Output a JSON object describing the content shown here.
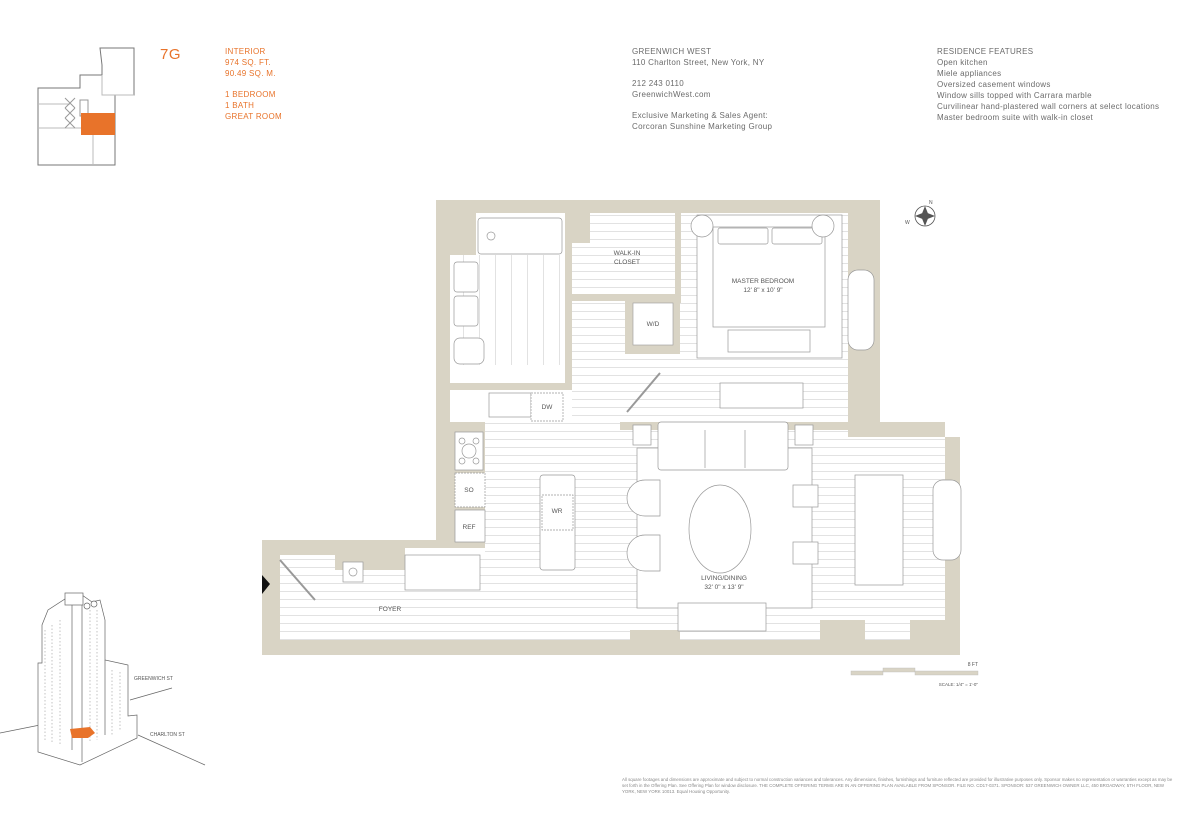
{
  "unit": {
    "name": "7G",
    "interior_label": "INTERIOR",
    "sq_ft": "974 SQ. FT.",
    "sq_m": "90.49 SQ. M.",
    "bedrooms": "1 BEDROOM",
    "baths": "1 BATH",
    "extra": "GREAT ROOM"
  },
  "building": {
    "name": "GREENWICH WEST",
    "address": "110 Charlton Street, New York, NY",
    "phone": "212 243 0110",
    "website": "GreenwichWest.com",
    "agent_label": "Exclusive Marketing & Sales Agent:",
    "agent_name": "Corcoran Sunshine Marketing Group"
  },
  "features": {
    "title": "RESIDENCE FEATURES",
    "items": [
      "Open kitchen",
      "Miele appliances",
      "Oversized casement windows",
      "Window sills topped with Carrara marble",
      "Curvilinear hand-plastered wall corners at select locations",
      "Master bedroom suite with walk-in closet"
    ]
  },
  "plan": {
    "rooms": {
      "walk_in_closet_1": "WALK-IN",
      "walk_in_closet_2": "CLOSET",
      "master_bedroom": "MASTER BEDROOM",
      "master_bedroom_dims": "12' 8\" x 10' 9\"",
      "washer_dryer": "W/D",
      "dishwasher": "DW",
      "oven": "SO",
      "refrigerator": "REF",
      "wine_refrigerator": "WR",
      "living_dining": "LIVING/DINING",
      "living_dining_dims": "32' 0\" x 13' 9\"",
      "foyer": "FOYER"
    },
    "compass": {
      "north": "N",
      "west": "W"
    },
    "scale_bar_label": "8 FT",
    "scale_text": "SCALE: 1/4\" = 1'-0\"",
    "wall_color": "#d9d4c5",
    "highlight_color": "#e8732a"
  },
  "building_diagram": {
    "street_1": "GREENWICH ST",
    "street_2": "CHARLTON ST"
  },
  "disclaimer": "All square footages and dimensions are approximate and subject to normal construction variances and tolerances. Any dimensions, finishes, furnishings and furniture reflected are provided for illustrative purposes only. Sponsor makes no representation or warranties except as may be set forth in the Offering Plan. See Offering Plan for window disclosure. THE COMPLETE OFFERING TERMS ARE IN AN OFFERING PLAN AVAILABLE FROM SPONSOR. FILE NO. CD17-0371. SPONSOR: 537 GREENWICH OWNER LLC, 450 BROADWAY, 5TH FLOOR, NEW YORK, NEW YORK 10013. Equal Housing Opportunity."
}
